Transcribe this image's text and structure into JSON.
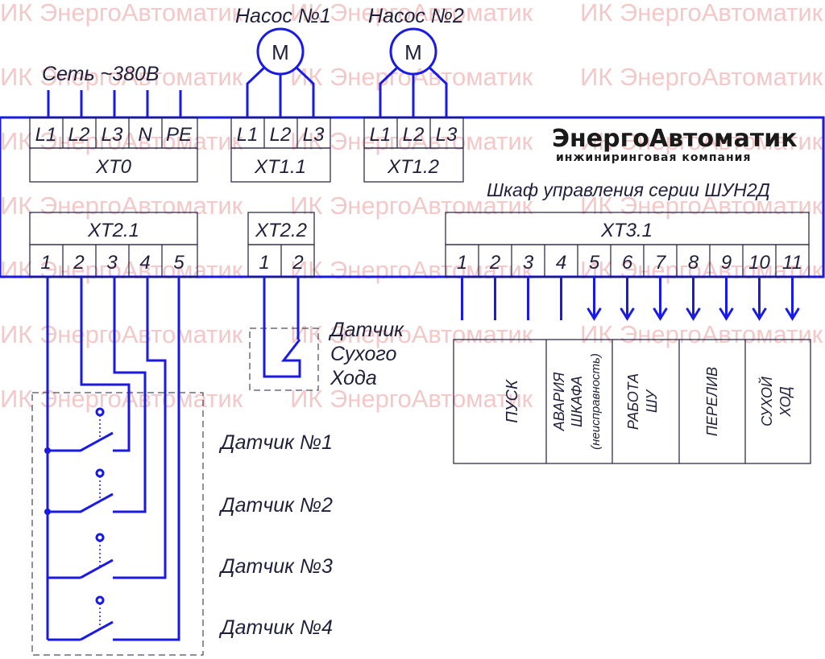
{
  "watermark": "ИК ЭнергоАвтоматик",
  "pumps": [
    {
      "label": "Насос №1",
      "symbol": "M"
    },
    {
      "label": "Насос №2",
      "symbol": "M"
    }
  ],
  "mains_label": "Сеть ~380В",
  "xt0": {
    "name": "XT0",
    "terminals": [
      "L1",
      "L2",
      "L3",
      "N",
      "PE"
    ]
  },
  "xt11": {
    "name": "XT1.1",
    "terminals": [
      "L1",
      "L2",
      "L3"
    ]
  },
  "xt12": {
    "name": "XT1.2",
    "terminals": [
      "L1",
      "L2",
      "L3"
    ]
  },
  "xt21": {
    "name": "XT2.1",
    "terminals": [
      "1",
      "2",
      "3",
      "4",
      "5"
    ]
  },
  "xt22": {
    "name": "XT2.2",
    "terminals": [
      "1",
      "2"
    ]
  },
  "xt31": {
    "name": "XT3.1",
    "terminals": [
      "1",
      "2",
      "3",
      "4",
      "5",
      "6",
      "7",
      "8",
      "9",
      "10",
      "11"
    ]
  },
  "logo": {
    "main": "ЭнергоАвтоматик",
    "sub": "инжиниринговая компания"
  },
  "cabinet_title": "Шкаф управления серии ШУН2Д",
  "dry_run_sensor": [
    "Датчик",
    "Сухого",
    "Хода"
  ],
  "sensors": [
    "Датчик №1",
    "Датчик №2",
    "Датчик №3",
    "Датчик №4"
  ],
  "signals": [
    {
      "lines": [
        "ПУСК"
      ]
    },
    {
      "lines": [
        "АВАРИЯ",
        "ШКАФА",
        "(неисправность)"
      ]
    },
    {
      "lines": [
        "РАБОТА",
        "ШУ"
      ]
    },
    {
      "lines": [
        "ПЕРЕЛИВ"
      ]
    },
    {
      "lines": [
        "СУХОЙ",
        "ХОД"
      ]
    }
  ],
  "colors": {
    "wire": "#1a1ae6",
    "outline": "#1f1f3c",
    "watermark": "#f3c8c8"
  }
}
